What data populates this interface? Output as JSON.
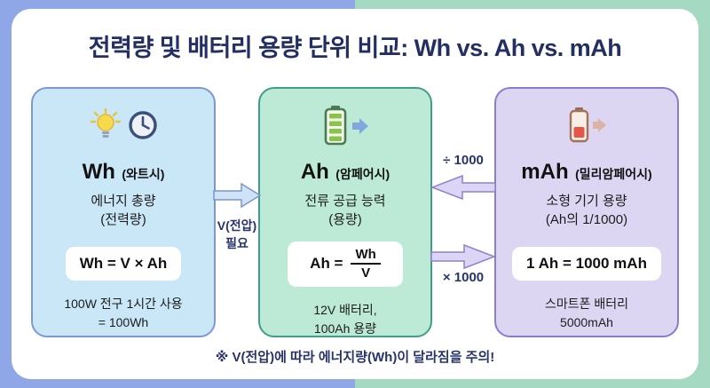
{
  "page": {
    "title": "전력량 및 배터리 용량 단위 비교: Wh vs. Ah vs. mAh",
    "footnote": "※ V(전압)에 따라 에너지량(Wh)이 달라짐을 주의!"
  },
  "colors": {
    "background_left": "#8fa7e6",
    "background_right": "#a6d9c2",
    "title_text": "#232f63",
    "wh_box_fill": "#c9e7f6",
    "wh_box_border": "#7e97d4",
    "ah_box_fill": "#bdead6",
    "ah_box_border": "#3f9e8b",
    "mah_box_fill": "#dcd6f3",
    "mah_box_border": "#8b7ccc"
  },
  "boxes": {
    "wh": {
      "unit": "Wh",
      "unit_sub": "(와트시)",
      "desc_line1": "에너지 총량",
      "desc_line2": "(전력량)",
      "formula": "Wh = V × Ah",
      "example_line1": "100W 전구 1시간 사용",
      "example_line2": "= 100Wh"
    },
    "ah": {
      "unit": "Ah",
      "unit_sub": "(암페어시)",
      "desc_line1": "전류 공급 능력",
      "desc_line2": "(용량)",
      "formula_lhs": "Ah =",
      "formula_num": "Wh",
      "formula_den": "V",
      "example_line1": "12V 배터리,",
      "example_line2": "100Ah 용량"
    },
    "mah": {
      "unit": "mAh",
      "unit_sub": "(밀리암페어시)",
      "desc_line1": "소형 기기 용량",
      "desc_line2": "(Ah의 1/1000)",
      "formula": "1 Ah = 1000 mAh",
      "example_line1": "스마트폰 배터리",
      "example_line2": "5000mAh"
    }
  },
  "arrows": {
    "voltage_label_line1": "V(전압)",
    "voltage_label_line2": "필요",
    "divide_label": "÷ 1000",
    "multiply_label": "× 1000"
  }
}
